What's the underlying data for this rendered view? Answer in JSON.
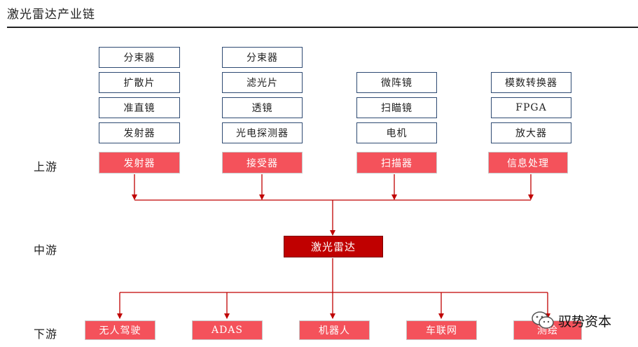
{
  "title": "激光雷达产业链",
  "levels": {
    "upstream": "上游",
    "midstream": "中游",
    "downstream": "下游"
  },
  "upstream": {
    "emitter": {
      "label": "发射器",
      "parts": [
        "分束器",
        "扩散片",
        "准直镜",
        "发射器"
      ]
    },
    "receiver": {
      "label": "接受器",
      "parts": [
        "分束器",
        "滤光片",
        "透镜",
        "光电探测器"
      ]
    },
    "scanner": {
      "label": "扫描器",
      "parts": [
        "微阵镜",
        "扫瞄镜",
        "电机"
      ]
    },
    "processing": {
      "label": "信息处理",
      "parts": [
        "模数转换器",
        "FPGA",
        "放大器"
      ]
    }
  },
  "midstream": {
    "label": "激光雷达"
  },
  "downstream": [
    "无人驾驶",
    "ADAS",
    "机器人",
    "车联网",
    "测绘"
  ],
  "watermark": {
    "text": "驭势资本",
    "icon": "wechat-icon"
  },
  "colors": {
    "main_fill": "#f4525b",
    "core_fill": "#c00000",
    "arrow": "#c00000",
    "sub_border": "#2e4a72"
  }
}
